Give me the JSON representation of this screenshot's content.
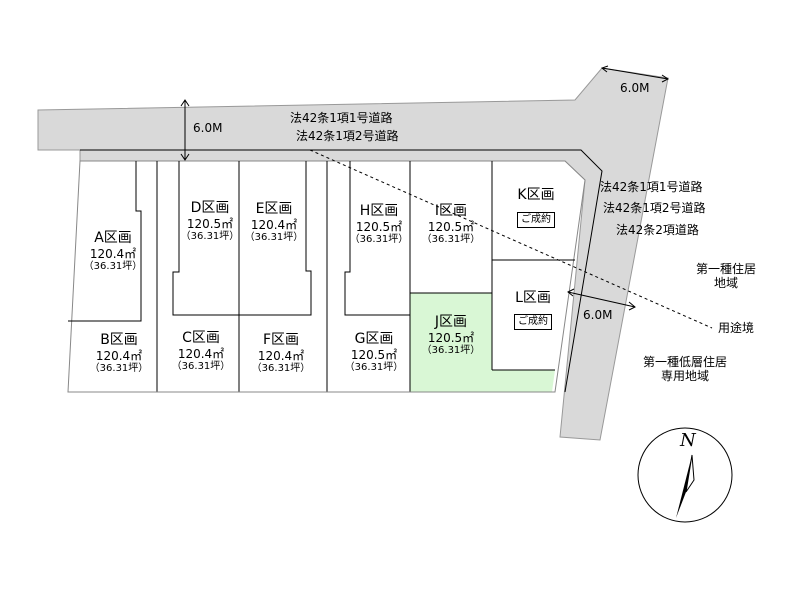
{
  "road": {
    "top_label_1": "法42条1項1号道路",
    "top_label_2": "法42条1項2号道路",
    "width_top": "6.0M",
    "width_corner": "6.0M",
    "width_side": "6.0M",
    "side_label_1": "法42条1項1号道路",
    "side_label_2": "法42条1項2号道路",
    "side_label_3": "法42条2項道路"
  },
  "zones": {
    "upper_1": "第一種住居",
    "upper_2": "地域",
    "boundary": "用途境",
    "lower_1": "第一種低層住居",
    "lower_2": "専用地域"
  },
  "lots": [
    {
      "name": "A区画",
      "area": "120.4㎡",
      "tsubo": "（36.31坪）"
    },
    {
      "name": "B区画",
      "area": "120.4㎡",
      "tsubo": "（36.31坪）"
    },
    {
      "name": "C区画",
      "area": "120.4㎡",
      "tsubo": "（36.31坪）"
    },
    {
      "name": "D区画",
      "area": "120.5㎡",
      "tsubo": "（36.31坪）"
    },
    {
      "name": "E区画",
      "area": "120.4㎡",
      "tsubo": "（36.31坪）"
    },
    {
      "name": "F区画",
      "area": "120.4㎡",
      "tsubo": "（36.31坪）"
    },
    {
      "name": "G区画",
      "area": "120.5㎡",
      "tsubo": "（36.31坪）"
    },
    {
      "name": "H区画",
      "area": "120.5㎡",
      "tsubo": "（36.31坪）"
    },
    {
      "name": "I区画",
      "area": "120.5㎡",
      "tsubo": "（36.31坪）"
    },
    {
      "name": "J区画",
      "area": "120.5㎡",
      "tsubo": "（36.31坪）"
    },
    {
      "name": "K区画",
      "status": "ご成約"
    },
    {
      "name": "L区画",
      "status": "ご成約"
    }
  ],
  "compass": {
    "label": "N"
  },
  "colors": {
    "road": "#d9d9d9",
    "highlight": "#d9f7d5"
  }
}
